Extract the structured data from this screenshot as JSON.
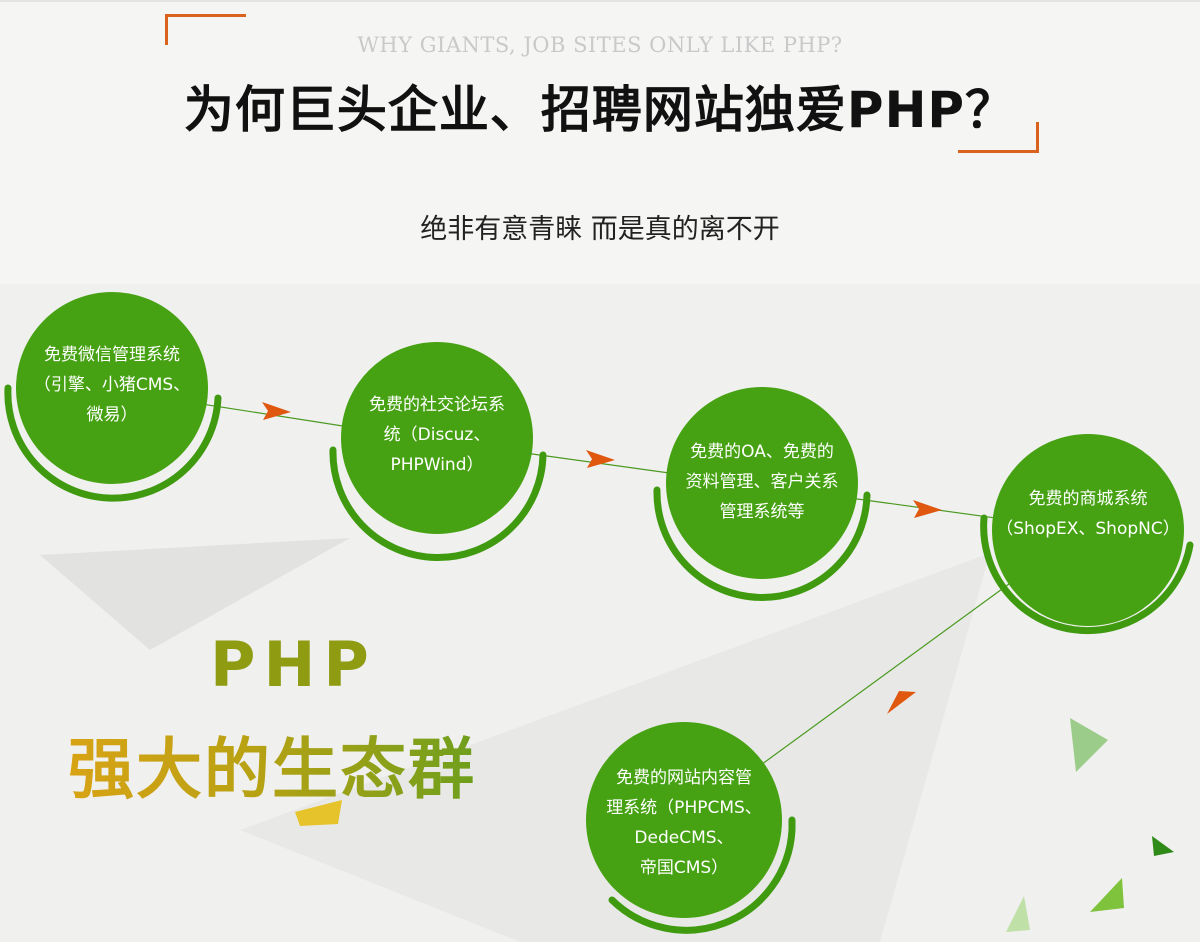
{
  "header": {
    "subtitle_en": "WHY GIANTS, JOB SITES ONLY LIKE PHP?",
    "title": "为何巨头企业、招聘网站独爱PHP？",
    "tagline": "绝非有意青睐 而是真的离不开"
  },
  "colors": {
    "accent_orange": "#d9631c",
    "node_green": "#46a213",
    "ring_green": "#3f9a10",
    "arrow_orange": "#e0570f",
    "php_gold": "#d8a315"
  },
  "nodes": [
    {
      "line1": "免费微信管理系统",
      "line2": "（引擎、小猪CMS、",
      "line3": "微易）"
    },
    {
      "line1": "免费的社交论坛系",
      "line2": "统（Discuz、",
      "line3": "PHPWind）"
    },
    {
      "line1": "免费的OA、免费的",
      "line2": "资料管理、客户关系",
      "line3": "管理系统等"
    },
    {
      "line1": "免费的商城系统",
      "line2": "（ShopEX、ShopNC）"
    },
    {
      "line1": "免费的网站内容管",
      "line2": "理系统（PHPCMS、",
      "line3": "DedeCMS、",
      "line4": "帝国CMS）"
    }
  ],
  "ecosystem": {
    "php": "PHP",
    "label": "强大的生态群"
  }
}
